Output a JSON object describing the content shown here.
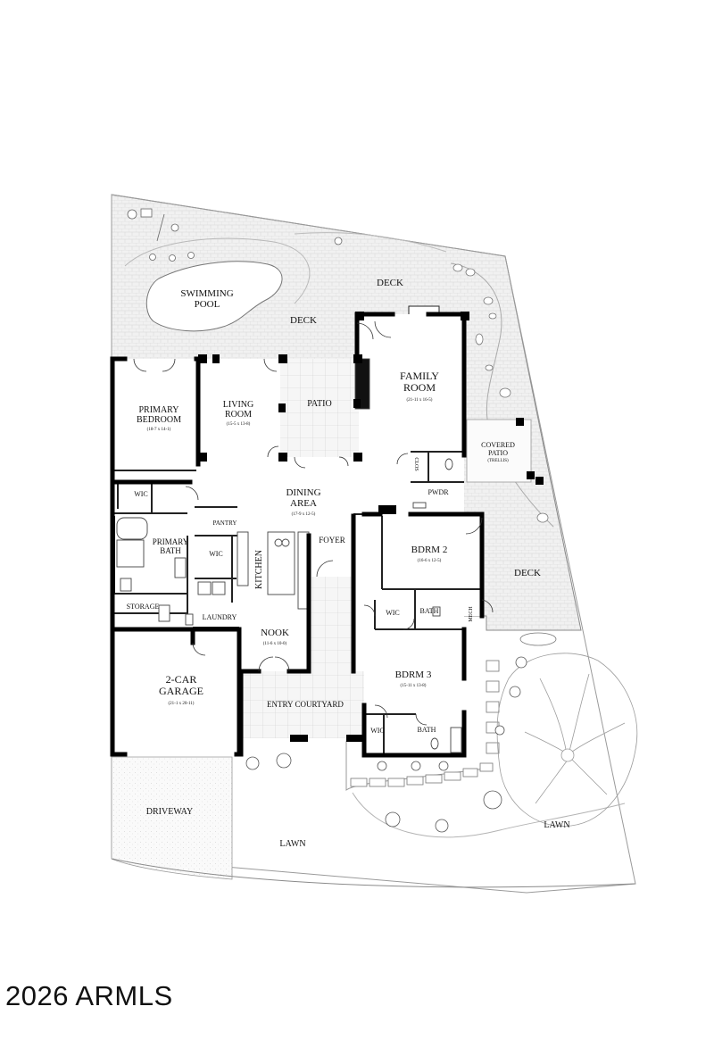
{
  "rooms": [
    {
      "id": "swimming-pool",
      "lines": [
        "SWIMMING",
        "POOL"
      ],
      "size": ""
    },
    {
      "id": "deck-top",
      "lines": [
        "DECK"
      ],
      "size": ""
    },
    {
      "id": "deck-mid",
      "lines": [
        "DECK"
      ],
      "size": ""
    },
    {
      "id": "deck-right",
      "lines": [
        "DECK"
      ],
      "size": ""
    },
    {
      "id": "family-room",
      "lines": [
        "FAMILY",
        "ROOM"
      ],
      "size": "(21-11 x 16-5)"
    },
    {
      "id": "primary-bedroom",
      "lines": [
        "PRIMARY",
        "BEDROOM"
      ],
      "size": "(18-7 x 14-1)"
    },
    {
      "id": "living-room",
      "lines": [
        "LIVING",
        "ROOM"
      ],
      "size": "(15-5 x 13-8)"
    },
    {
      "id": "patio",
      "lines": [
        "PATIO"
      ],
      "size": ""
    },
    {
      "id": "covered-patio",
      "lines": [
        "COVERED",
        "PATIO"
      ],
      "size": "(TRELLIS)"
    },
    {
      "id": "clos",
      "lines": [
        "CLOS"
      ],
      "size": ""
    },
    {
      "id": "dining-area",
      "lines": [
        "DINING",
        "AREA"
      ],
      "size": "(17-9 x 12-5)"
    },
    {
      "id": "pwdr",
      "lines": [
        "PWDR"
      ],
      "size": ""
    },
    {
      "id": "wic-primary",
      "lines": [
        "WIC"
      ],
      "size": ""
    },
    {
      "id": "pantry",
      "lines": [
        "PANTRY"
      ],
      "size": ""
    },
    {
      "id": "primary-bath",
      "lines": [
        "PRIMARY",
        "BATH"
      ],
      "size": ""
    },
    {
      "id": "wic-kitchen",
      "lines": [
        "WIC"
      ],
      "size": ""
    },
    {
      "id": "kitchen",
      "lines": [
        "KITCHEN"
      ],
      "size": ""
    },
    {
      "id": "foyer",
      "lines": [
        "FOYER"
      ],
      "size": ""
    },
    {
      "id": "bdrm-2",
      "lines": [
        "BDRM 2"
      ],
      "size": "(16-6 x 12-5)"
    },
    {
      "id": "storage",
      "lines": [
        "STORAGE"
      ],
      "size": ""
    },
    {
      "id": "laundry",
      "lines": [
        "LAUNDRY"
      ],
      "size": ""
    },
    {
      "id": "wic-bdrm2",
      "lines": [
        "WIC"
      ],
      "size": ""
    },
    {
      "id": "bath-bdrm2",
      "lines": [
        "BATH"
      ],
      "size": ""
    },
    {
      "id": "mech",
      "lines": [
        "MECH"
      ],
      "size": ""
    },
    {
      "id": "nook",
      "lines": [
        "NOOK"
      ],
      "size": "(11-6 x 10-0)"
    },
    {
      "id": "garage",
      "lines": [
        "2-CAR",
        "GARAGE"
      ],
      "size": "(21-1 x 20-11)"
    },
    {
      "id": "bdrm-3",
      "lines": [
        "BDRM 3"
      ],
      "size": "(15-11 x 13-8)"
    },
    {
      "id": "entry-courtyard",
      "lines": [
        "ENTRY COURTYARD"
      ],
      "size": ""
    },
    {
      "id": "wic-bdrm3",
      "lines": [
        "WIC"
      ],
      "size": ""
    },
    {
      "id": "bath-bdrm3",
      "lines": [
        "BATH"
      ],
      "size": ""
    },
    {
      "id": "driveway",
      "lines": [
        "DRIVEWAY"
      ],
      "size": ""
    },
    {
      "id": "lawn-front",
      "lines": [
        "LAWN"
      ],
      "size": ""
    },
    {
      "id": "lawn-right",
      "lines": [
        "LAWN"
      ],
      "size": ""
    }
  ],
  "copyright": "2026 ARMLS"
}
